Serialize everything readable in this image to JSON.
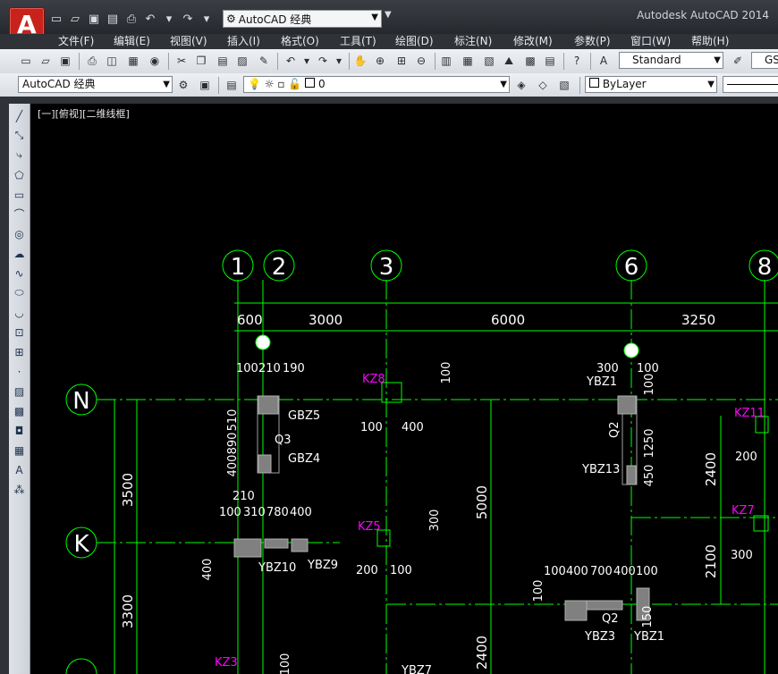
{
  "titlebar": {
    "app_title": "Autodesk AutoCAD 2014",
    "workspace": "AutoCAD 经典",
    "app_button_glyph": "A"
  },
  "menu": [
    "文件(F)",
    "编辑(E)",
    "视图(V)",
    "插入(I)",
    "格式(O)",
    "工具(T)",
    "绘图(D)",
    "标注(N)",
    "修改(M)",
    "参数(P)",
    "窗口(W)",
    "帮助(H)"
  ],
  "toolbar1": {
    "text_style": "Standard",
    "dim_style_partial": "GS"
  },
  "toolbar2": {
    "workspace_combo": "AutoCAD 经典",
    "layer_value": "0",
    "color_value": "ByLayer"
  },
  "viewport": {
    "label": "[一][俯视][二维线框]"
  },
  "drawing": {
    "axis_bubbles": [
      "1",
      "2",
      "3",
      "6",
      "8",
      "N",
      "K"
    ],
    "top_dims": [
      "600",
      "3000",
      "6000",
      "3250"
    ],
    "left_dims": [
      "3500",
      "3300"
    ],
    "column_tags": [
      "KZ8",
      "KZ5",
      "KZ11",
      "KZ7",
      "KZ3"
    ],
    "wall_tags": [
      "GBZ5",
      "GBZ4",
      "Q3",
      "YBZ10",
      "YBZ9",
      "YBZ1",
      "YBZ13",
      "Q2",
      "YBZ3",
      "YBZ7"
    ],
    "local_dims": [
      "100",
      "210",
      "190",
      "510",
      "890",
      "400",
      "210",
      "100",
      "310",
      "780",
      "400",
      "400",
      "100",
      "400",
      "100",
      "200",
      "100",
      "300",
      "300",
      "100",
      "100",
      "1250",
      "450",
      "100",
      "400",
      "700",
      "400",
      "100",
      "100",
      "150",
      "200",
      "2400",
      "2100",
      "300",
      "5000",
      "2400",
      "100"
    ]
  },
  "colors": {
    "drawing_green": "#00ff00",
    "tag_magenta": "#ff00ff",
    "wall_fill": "#808080",
    "canvas_bg": "#000000"
  }
}
